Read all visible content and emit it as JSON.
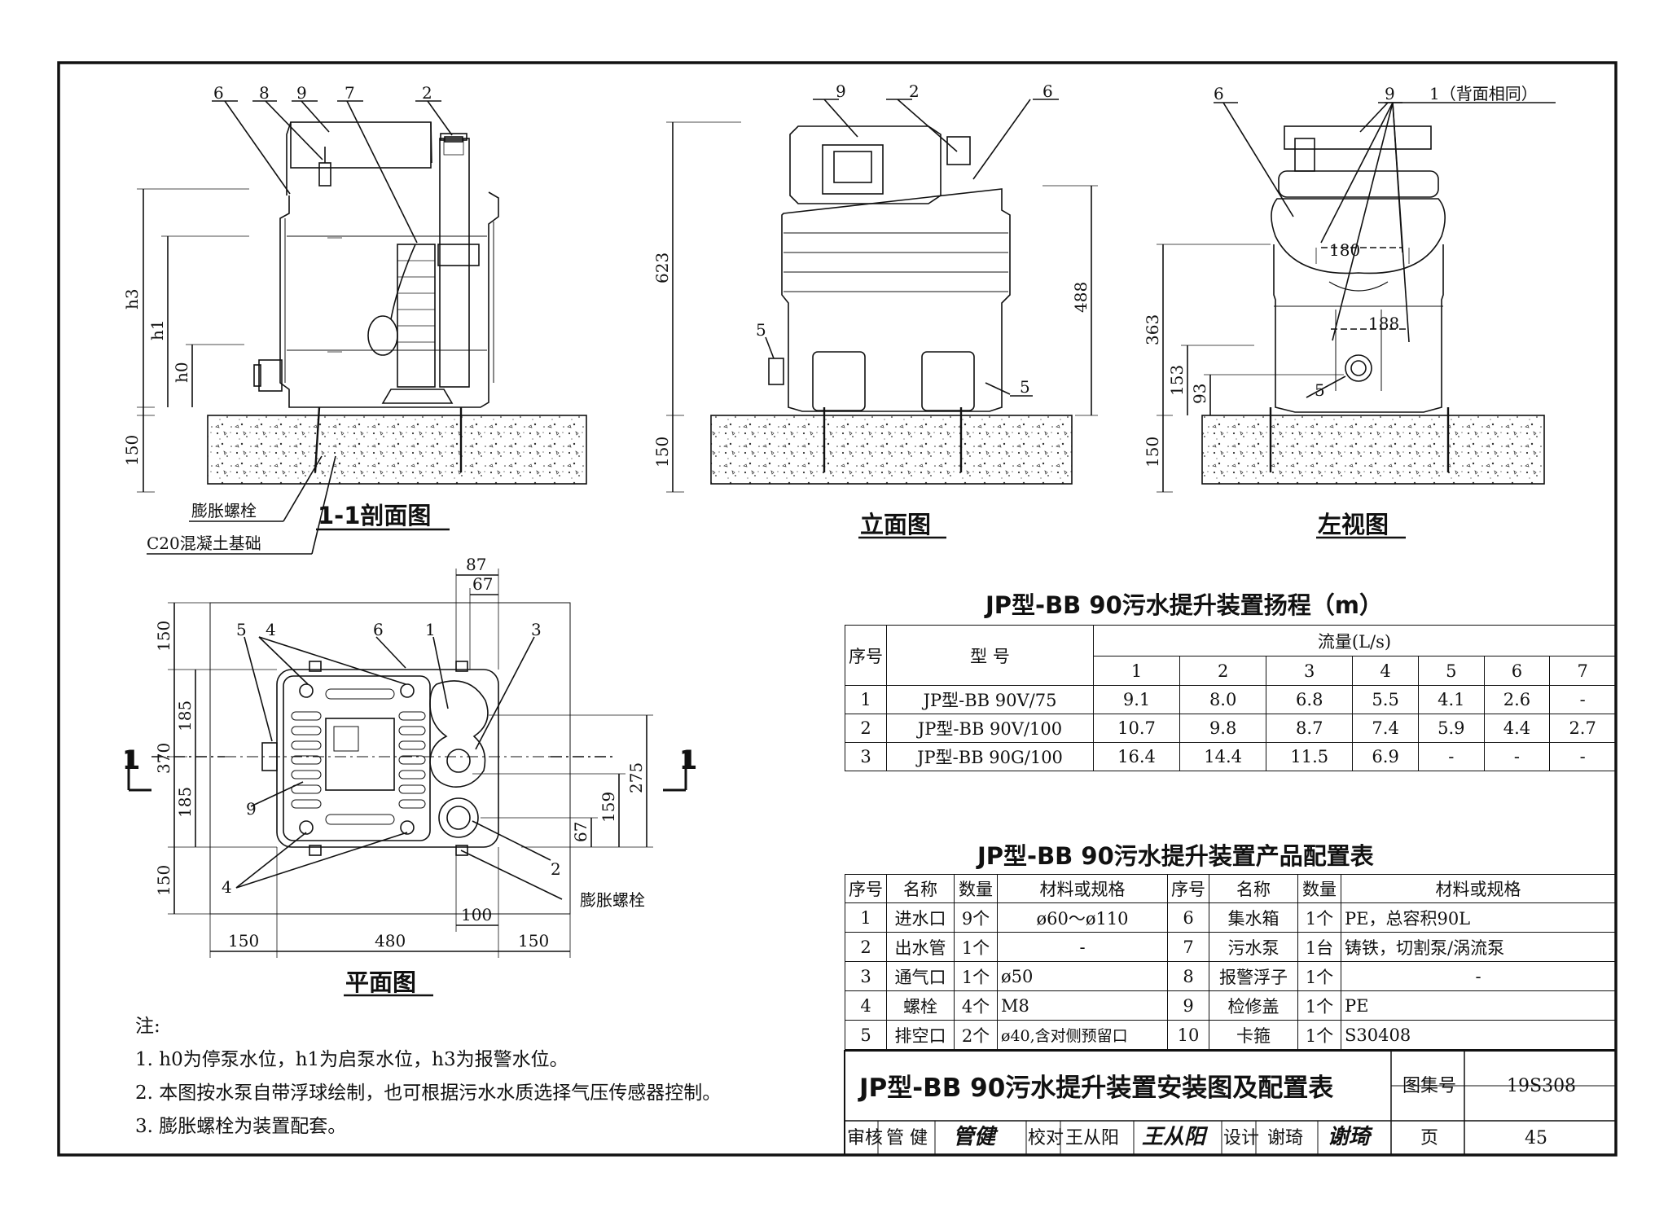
{
  "views": {
    "section": {
      "title": "1-1剖面图",
      "callouts": [
        "6",
        "8",
        "9",
        "7",
        "2"
      ],
      "dims": [
        "h3",
        "h1",
        "h0",
        "150"
      ],
      "labels": [
        "膨胀螺栓",
        "C20混凝土基础"
      ]
    },
    "elevation": {
      "title": "立面图",
      "callouts": [
        "9",
        "2",
        "6",
        "5",
        "5"
      ],
      "dims": [
        "623",
        "488",
        "150"
      ]
    },
    "left": {
      "title": "左视图",
      "callouts": [
        "6",
        "9",
        "1（背面相同）",
        "5"
      ],
      "dims": [
        "363",
        "153",
        "93",
        "150",
        "180",
        "188"
      ]
    },
    "plan": {
      "title": "平面图",
      "callouts": [
        "5",
        "4",
        "6",
        "1",
        "3",
        "9",
        "4",
        "2"
      ],
      "dims": [
        "87",
        "67",
        "150",
        "370",
        "185",
        "185",
        "150",
        "275",
        "159",
        "67",
        "100",
        "150",
        "480",
        "150"
      ],
      "section_marks": [
        "1",
        "1"
      ],
      "labels": [
        "膨胀螺栓"
      ]
    }
  },
  "head_table": {
    "title": "JP型-BB 90污水提升装置扬程（m）",
    "col_no": "序号",
    "col_model": "型 号",
    "col_flow": "流量(L/s)",
    "flows": [
      "1",
      "2",
      "3",
      "4",
      "5",
      "6",
      "7"
    ],
    "rows": [
      {
        "no": "1",
        "model": "JP型-BB 90V/75",
        "vals": [
          "9.1",
          "8.0",
          "6.8",
          "5.5",
          "4.1",
          "2.6",
          "-"
        ]
      },
      {
        "no": "2",
        "model": "JP型-BB 90V/100",
        "vals": [
          "10.7",
          "9.8",
          "8.7",
          "7.4",
          "5.9",
          "4.4",
          "2.7"
        ]
      },
      {
        "no": "3",
        "model": "JP型-BB 90G/100",
        "vals": [
          "16.4",
          "14.4",
          "11.5",
          "6.9",
          "-",
          "-",
          "-"
        ]
      }
    ]
  },
  "config_table": {
    "title": "JP型-BB 90污水提升装置产品配置表",
    "headers": [
      "序号",
      "名称",
      "数量",
      "材料或规格",
      "序号",
      "名称",
      "数量",
      "材料或规格"
    ],
    "rows": [
      [
        "1",
        "进水口",
        "9个",
        "ø60～ø110",
        "6",
        "集水箱",
        "1个",
        "PE，总容积90L"
      ],
      [
        "2",
        "出水管",
        "1个",
        "-",
        "7",
        "污水泵",
        "1台",
        "铸铁，切割泵/涡流泵"
      ],
      [
        "3",
        "通气口",
        "1个",
        "ø50",
        "8",
        "报警浮子",
        "1个",
        "-"
      ],
      [
        "4",
        "螺栓",
        "4个",
        "M8",
        "9",
        "检修盖",
        "1个",
        "PE"
      ],
      [
        "5",
        "排空口",
        "2个",
        "ø40,含对侧预留口",
        "10",
        "卡箍",
        "1个",
        "S30408"
      ]
    ]
  },
  "notes": {
    "heading": "注:",
    "items": [
      "1. h0为停泵水位，h1为启泵水位，h3为报警水位。",
      "2. 本图按水泵自带浮球绘制，也可根据污水水质选择气压传感器控制。",
      "3. 膨胀螺栓为装置配套。"
    ]
  },
  "title_block": {
    "title": "JP型-BB 90污水提升装置安装图及配置表",
    "atlas_label": "图集号",
    "atlas_no": "19S308",
    "review_label": "审核",
    "reviewer": "管 健",
    "review_sig": "管健",
    "check_label": "校对",
    "checker": "王从阳",
    "check_sig": "王从阳",
    "design_label": "设计",
    "designer": "谢琦",
    "design_sig": "谢琦",
    "page_label": "页",
    "page_no": "45"
  }
}
